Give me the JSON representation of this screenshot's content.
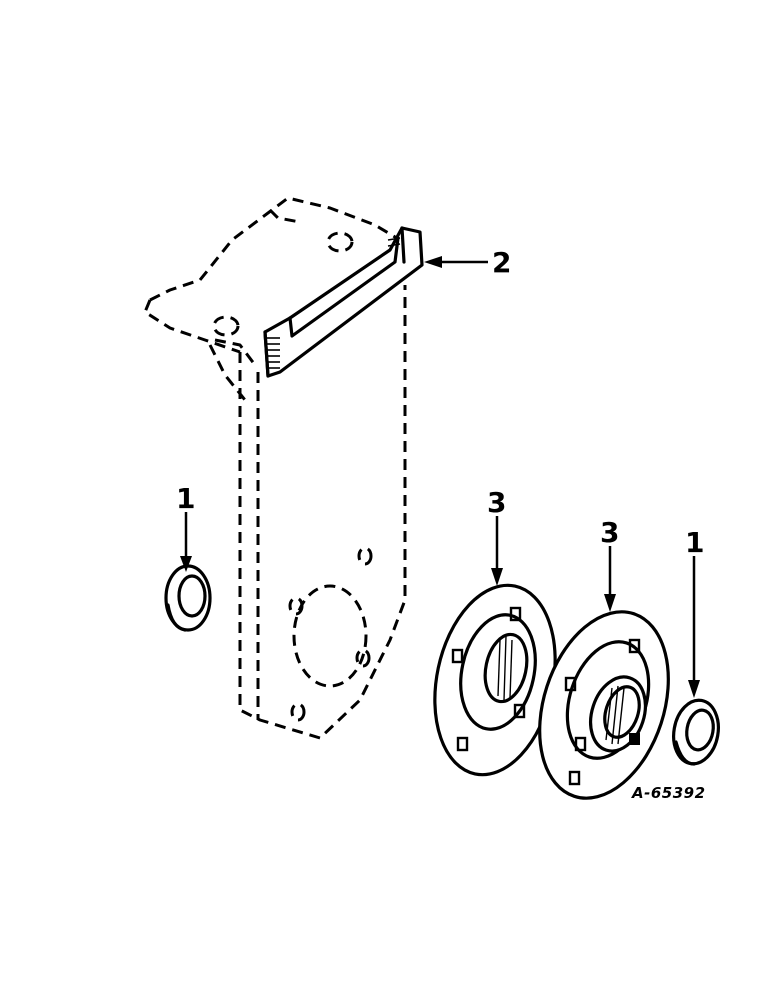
{
  "callouts": {
    "seal_left": "1",
    "wear_strip": "2",
    "bearing_left": "3",
    "bearing_right": "3",
    "seal_right": "1"
  },
  "figure_ref": "A-65392"
}
